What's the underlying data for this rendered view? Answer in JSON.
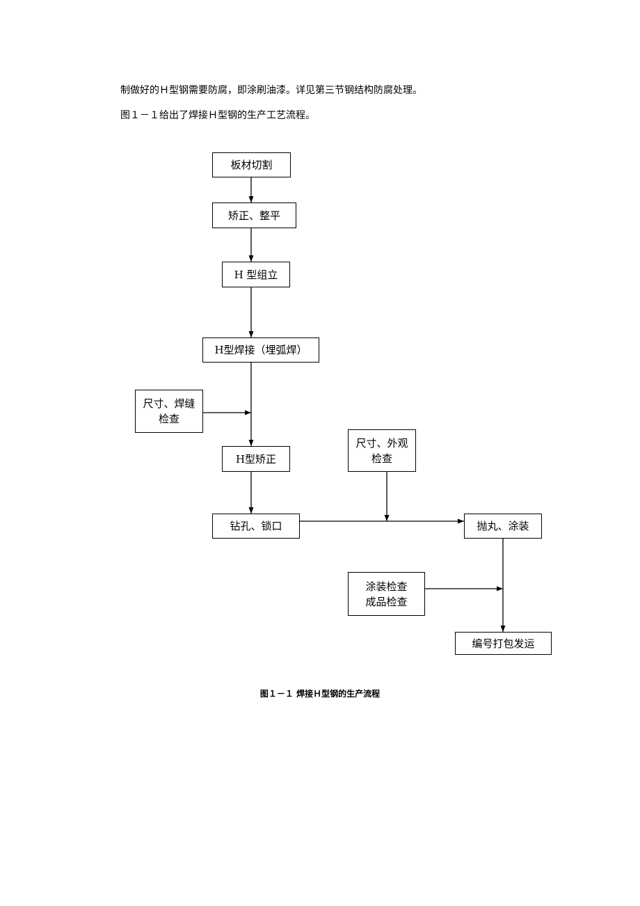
{
  "text": {
    "line1": "制做好的Ｈ型钢需要防腐，即涂刷油漆。详见第三节钢结构防腐处理。",
    "line2": "图１－１给出了焊接Ｈ型钢的生产工艺流程。"
  },
  "flowchart": {
    "nodes": {
      "plate_cutting": "板材切割",
      "straighten_level": "矫正、整平",
      "h_assembly": "H 型组立",
      "h_welding": "H型焊接（埋弧焊）",
      "size_weld_check_1": "尺寸、焊缝",
      "size_weld_check_2": "检查",
      "h_straighten": "H型矫正",
      "size_appearance_check_1": "尺寸、外观",
      "size_appearance_check_2": "检查",
      "drill_lock": "钻孔、锁口",
      "shot_blast_paint": "抛丸、涂装",
      "coating_check": "涂装检查",
      "product_check": "成品检查",
      "number_pack_ship": "编号打包发运"
    },
    "caption": "图１－１ 焊接Ｈ型钢的生产流程"
  }
}
